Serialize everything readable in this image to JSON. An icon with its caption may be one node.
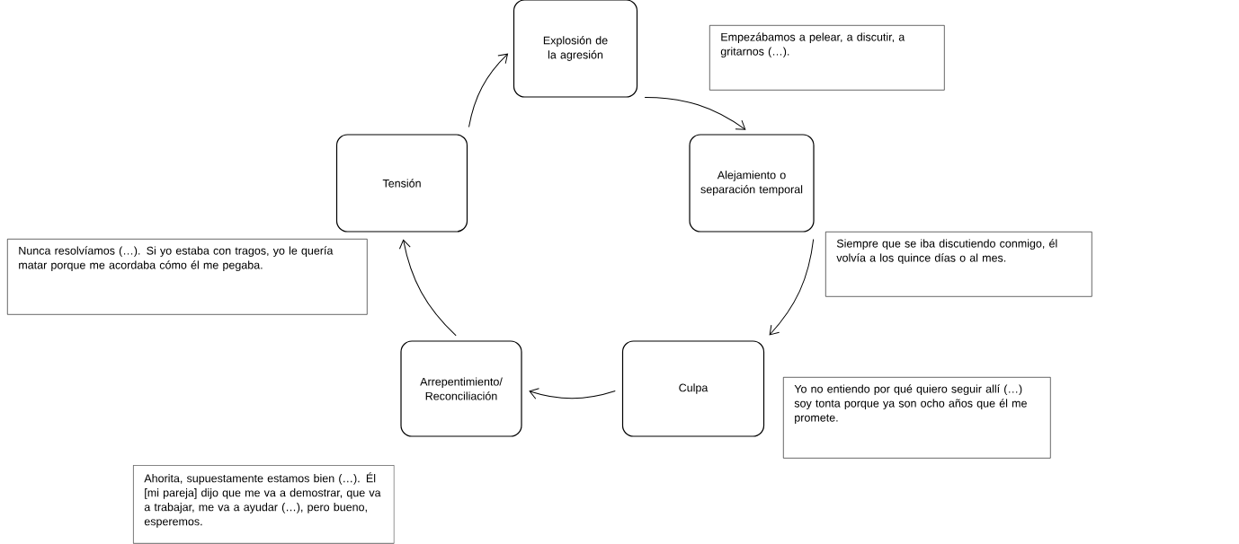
{
  "diagram": {
    "nodes": [
      {
        "text": [
          "Explosión de la agresión"
        ]
      },
      {
        "text": [
          "Alejamiento o separación temporal"
        ]
      },
      {
        "text": [
          "Culpa"
        ]
      },
      {
        "text": [
          "Arrepentimiento/ Reconciliación"
        ]
      },
      {
        "text": [
          "Tensión"
        ]
      },
      {
        "text": [
          "Empezábamos a pelear, a discutir, a gritarnos (…)."
        ]
      },
      {
        "text": [
          "Siempre que se iba discutiendo conmigo, él volvía a los quince días o al mes."
        ]
      },
      {
        "text": [
          "Yo no entiendo por qué quiero seguir allí (…) soy tonta porque ya son ocho años que él me promete."
        ]
      },
      {
        "text": [
          "Nunca resolvíamos (…). Si yo estaba con tragos, yo le quería matar porque me acordaba cómo él me pegaba."
        ]
      },
      {
        "text": [
          "Ahorita, supuestamente estamos bien (…). Él [mi pareja] dijo que me va a demostrar, que va a trabajar, me va a ayudar (…), pero bueno, esperemos."
        ]
      }
    ],
    "edges": [
      {
        "from": 4,
        "to": 0,
        "arrow": "to"
      },
      {
        "from": 0,
        "to": 1,
        "arrow": "to"
      },
      {
        "from": 1,
        "to": 2,
        "arrow": "to"
      },
      {
        "from": 2,
        "to": 3,
        "arrow": "to"
      },
      {
        "from": 3,
        "to": 4,
        "arrow": "to"
      }
    ]
  }
}
